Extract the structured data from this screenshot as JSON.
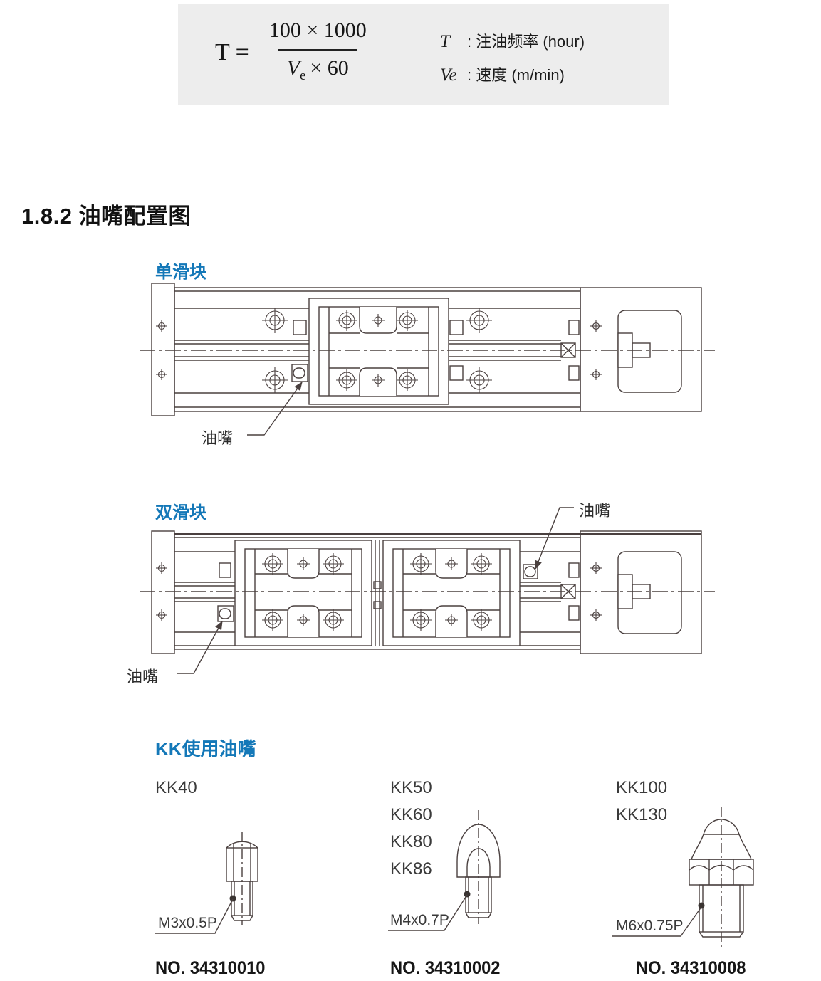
{
  "formula": {
    "lhs": "T =",
    "numerator": "100 × 1000",
    "denominator_var": "V",
    "denominator_sub": "e",
    "denominator_rest": "× 60",
    "legend": [
      {
        "symbol": "T",
        "text": ": 注油频率 (hour)"
      },
      {
        "symbol": "Ve",
        "text": ": 速度 (m/min)"
      }
    ]
  },
  "section_title": "1.8.2 油嘴配置图",
  "diagrams": {
    "single": {
      "label": "单滑块",
      "callout": "油嘴"
    },
    "double": {
      "label": "双滑块",
      "callout_top": "油嘴",
      "callout_bottom": "油嘴"
    }
  },
  "kk_section": {
    "heading": "KK使用油嘴",
    "items": [
      {
        "models": [
          "KK40"
        ],
        "thread": "M3x0.5P",
        "part_no": "NO. 34310010"
      },
      {
        "models": [
          "KK50",
          "KK60",
          "KK80",
          "KK86"
        ],
        "thread": "M4x0.7P",
        "part_no": "NO. 34310002"
      },
      {
        "models": [
          "KK100",
          "KK130"
        ],
        "thread": "M6x0.75P",
        "part_no": "NO. 34310008"
      }
    ]
  },
  "colors": {
    "accent_blue": "#1478b8",
    "line_color": "#4a403f",
    "formula_bg": "#ededed",
    "text": "#1a1a1a"
  }
}
